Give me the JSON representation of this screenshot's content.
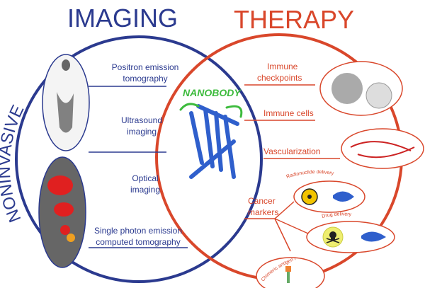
{
  "left_title_curved": "NONINVASIVE",
  "left_title": "IMAGING",
  "right_title": "THERAPY",
  "center_label": "NANOBODY",
  "imaging": [
    {
      "line1": "Positron emission",
      "line2": "tomography"
    },
    {
      "line1": "Ultrasound",
      "line2": "imaging"
    },
    {
      "line1": "Optical",
      "line2": "imaging"
    },
    {
      "line1": "Single photon emission",
      "line2": "computed tomography"
    }
  ],
  "therapy": {
    "checkpoints": {
      "line1": "Immune",
      "line2": "checkpoints"
    },
    "cells": "Immune cells",
    "vascular": "Vascularization",
    "markers": {
      "line1": "Cancer",
      "line2": "markers"
    },
    "radionuclide": "Radionuclide delivery",
    "drug": "Drug delivery",
    "car": "Chimeric antigen receptor"
  },
  "colors": {
    "blue": "#2b3a8f",
    "red": "#d9472b",
    "green": "#3dbb3d"
  }
}
